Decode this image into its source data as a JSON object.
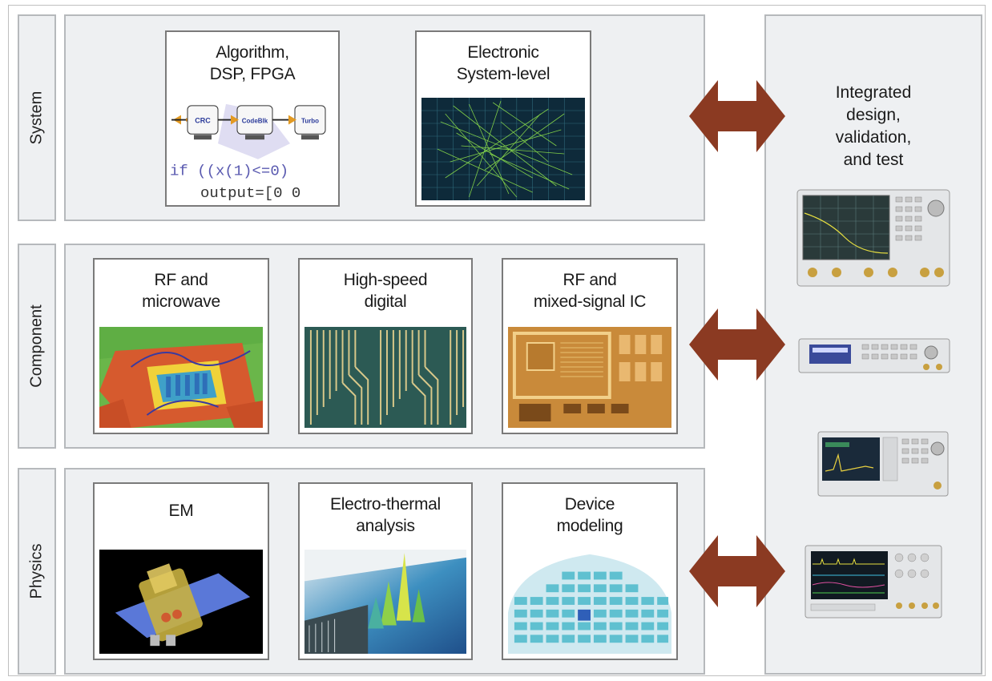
{
  "rows": {
    "system": "System",
    "component": "Component",
    "physics": "Physics"
  },
  "cards": {
    "algorithm": {
      "title": "Algorithm,\nDSP, FPGA",
      "blocks": [
        "CRC",
        "CodeBlk",
        "Turbo"
      ],
      "code_line1": "if ((x(1)<=0)",
      "code_line2": "output=[0 0"
    },
    "esl": {
      "title": "Electronic\nSystem-level"
    },
    "rf": {
      "title": "RF and\nmicrowave"
    },
    "hsd": {
      "title": "High-speed\ndigital"
    },
    "rfic": {
      "title": "RF and\nmixed-signal IC"
    },
    "em": {
      "title": "EM"
    },
    "thermal": {
      "title": "Electro-thermal\nanalysis"
    },
    "device": {
      "title": "Device\nmodeling"
    }
  },
  "side": {
    "title": "Integrated\ndesign,\nvalidation,\nand test"
  },
  "colors": {
    "arrow": "#8b3a22",
    "panel": "#eef0f2",
    "panel_border": "#b6b9bc",
    "card_border": "#7a7a7a"
  },
  "icons": [
    "double-arrow-icon",
    "network-analyzer-icon",
    "signal-generator-icon",
    "signal-analyzer-icon",
    "oscilloscope-icon"
  ]
}
